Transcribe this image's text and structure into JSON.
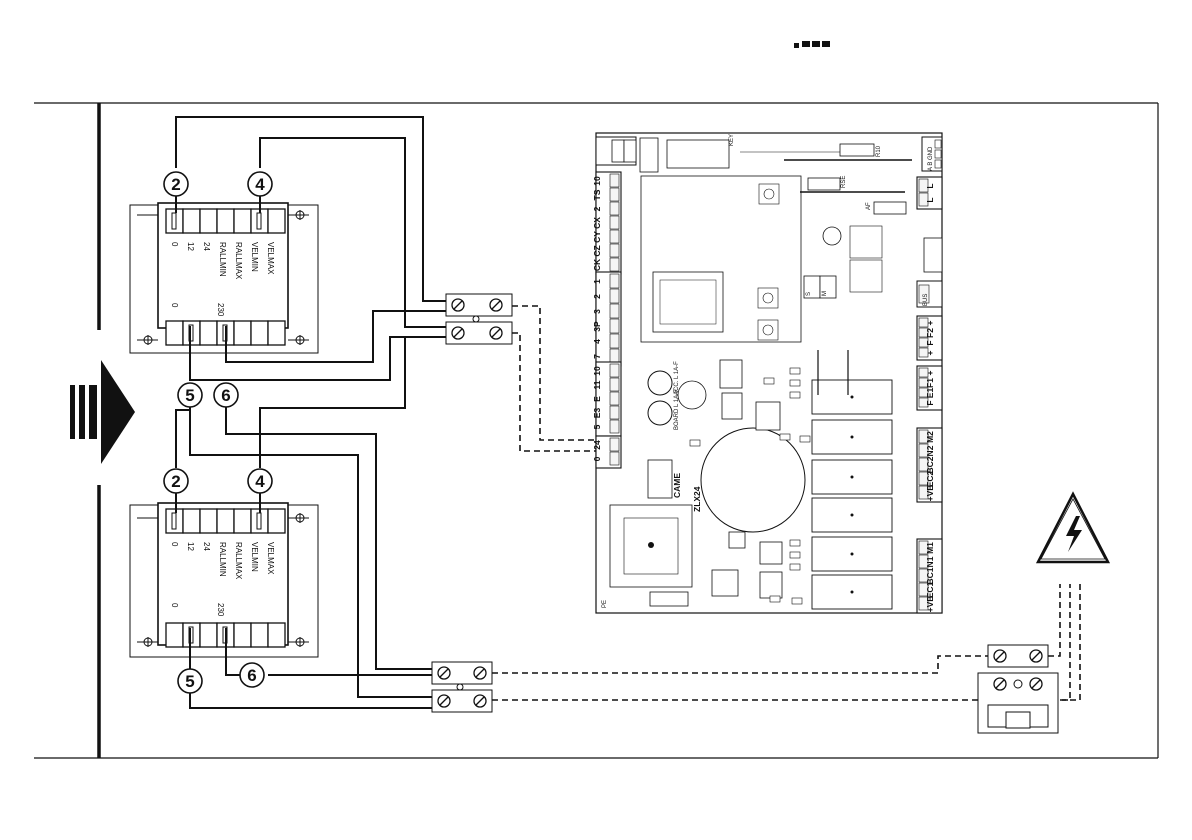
{
  "transformers": [
    {
      "top_terminals": [
        "0",
        "12",
        "24",
        "RALLMIN",
        "RALLMAX",
        "VELMIN",
        "VELMAX"
      ],
      "bottom_terminal": "230",
      "zero_mark": "0"
    },
    {
      "top_terminals": [
        "0",
        "12",
        "24",
        "RALLMIN",
        "RALLMAX",
        "VELMIN",
        "VELMAX"
      ],
      "bottom_terminal": "230",
      "zero_mark": "0"
    }
  ],
  "callouts": [
    "2",
    "4",
    "5",
    "6",
    "2",
    "4",
    "5",
    "6"
  ],
  "board": {
    "brand": "CAME",
    "model": "ZLX24",
    "labels": {
      "key": "KEY",
      "r10": "R10",
      "rse": "RSE",
      "af": "AF",
      "ab_gnd": "A B GND",
      "bus": "BUS",
      "sw_s": "S",
      "sw_m": "M",
      "acc_label": "ACC. L 1A-F",
      "board_label": "BOARD L 1A-F",
      "pe": "PE"
    },
    "left_terminals": {
      "power": [
        "24",
        "0"
      ],
      "group1": [
        "10",
        "TS",
        "2",
        "CX",
        "CY",
        "CZ",
        "CK"
      ],
      "group2": [
        "1",
        "2",
        "3",
        "3P",
        "4",
        "7"
      ],
      "group3": [
        "10",
        "11",
        "E",
        "E3",
        "5"
      ]
    },
    "right_terminals": {
      "lock": [
        "L",
        "L"
      ],
      "f2": [
        "+",
        "F2",
        "F",
        "+"
      ],
      "f1": [
        "+",
        "F1",
        "E1",
        "F"
      ],
      "motor2": [
        "M2",
        "N2",
        "BC2",
        "EC2",
        "+VB"
      ],
      "motor1": [
        "M1",
        "N1",
        "BC1",
        "EC1",
        "+VB"
      ]
    }
  },
  "colors": {
    "line": "#111111",
    "fill": "#ffffff",
    "terminal_fill": "#f5f5f5"
  },
  "icons": [
    "arrow-icon",
    "high-voltage-warning-icon",
    "terminal-block-icon",
    "transformer-icon",
    "control-board-icon"
  ]
}
